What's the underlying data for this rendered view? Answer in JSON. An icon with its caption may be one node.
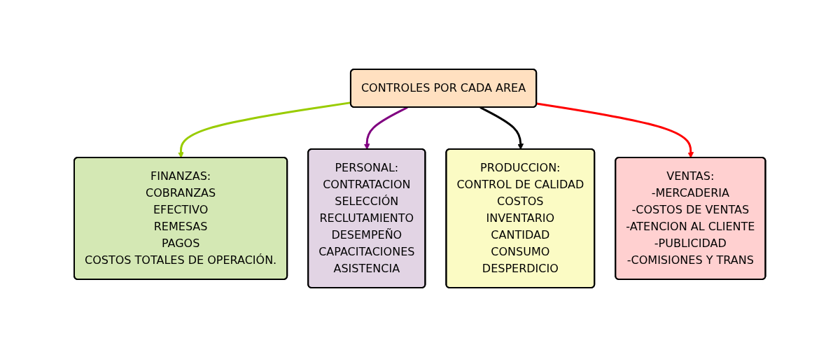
{
  "diagram": {
    "nodes": [
      {
        "text": [
          "CONTROLES POR CADA AREA"
        ]
      },
      {
        "text": [
          "FINANZAS:",
          "COBRANZAS",
          "EFECTIVO",
          "REMESAS",
          "PAGOS",
          "COSTOS TOTALES DE OPERACIÓN."
        ]
      },
      {
        "text": [
          "PERSONAL:",
          "CONTRATACION",
          "SELECCIÓN",
          "RECLUTAMIENTO",
          "DESEMPEÑO",
          "CAPACITACIONES",
          "ASISTENCIA"
        ]
      },
      {
        "text": [
          "PRODUCCION:",
          "CONTROL DE CALIDAD",
          "COSTOS",
          "INVENTARIO",
          "CANTIDAD",
          "CONSUMO",
          "DESPERDICIO"
        ]
      },
      {
        "text": [
          "VENTAS:",
          "-MERCADERIA",
          "-COSTOS DE VENTAS",
          "-ATENCION AL CLIENTE",
          "-PUBLICIDAD",
          "-COMISIONES Y TRANS"
        ]
      }
    ],
    "edges": [
      {
        "from": 0,
        "to": 1,
        "arrow": "to",
        "color": "#99cc00"
      },
      {
        "from": 0,
        "to": 2,
        "arrow": "to",
        "color": "#800080"
      },
      {
        "from": 0,
        "to": 3,
        "arrow": "to",
        "color": "#000000"
      },
      {
        "from": 0,
        "to": 4,
        "arrow": "to",
        "color": "#ff0000"
      }
    ]
  }
}
